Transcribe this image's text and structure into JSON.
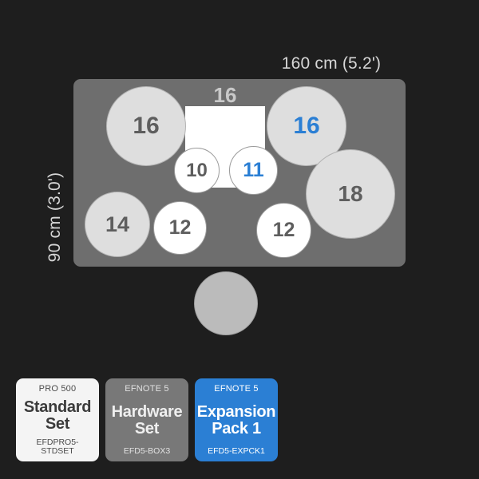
{
  "background_color": "#1e1e1e",
  "accent_color": "#2b7fd4",
  "stage": {
    "color": "#6e6e6e",
    "width_label": "160 cm (5.2')",
    "depth_label": "90 cm (3.0')",
    "kick": {
      "label": "16",
      "color": "#ffffff"
    }
  },
  "throne": {
    "name": "drum-throne",
    "color": "#bbbbbb"
  },
  "pads": [
    {
      "id": "crash-left",
      "label": "16",
      "type": "cymbal",
      "accent": false
    },
    {
      "id": "crash-right",
      "label": "16",
      "type": "cymbal",
      "accent": true
    },
    {
      "id": "tom-10",
      "label": "10",
      "type": "drum",
      "accent": false
    },
    {
      "id": "tom-11",
      "label": "11",
      "type": "drum",
      "accent": true
    },
    {
      "id": "hihat-14",
      "label": "14",
      "type": "cymbal",
      "accent": false
    },
    {
      "id": "ride-18",
      "label": "18",
      "type": "cymbal",
      "accent": false
    },
    {
      "id": "snare-12",
      "label": "12",
      "type": "drum",
      "accent": false
    },
    {
      "id": "floor-12",
      "label": "12",
      "type": "drum",
      "accent": false
    }
  ],
  "legend": {
    "cards": [
      {
        "brand": "PRO 500",
        "title": "Standard Set",
        "sku": "EFDPRO5-STDSET",
        "style": "light",
        "color": "#f4f4f4"
      },
      {
        "brand": "EFNOTE 5",
        "title": "Hardware Set",
        "sku": "EFD5-BOX3",
        "style": "gray",
        "color": "#787878"
      },
      {
        "brand": "EFNOTE 5",
        "title": "Expansion Pack 1",
        "sku": "EFD5-EXPCK1",
        "style": "blue",
        "color": "#2b7fd4"
      }
    ]
  }
}
